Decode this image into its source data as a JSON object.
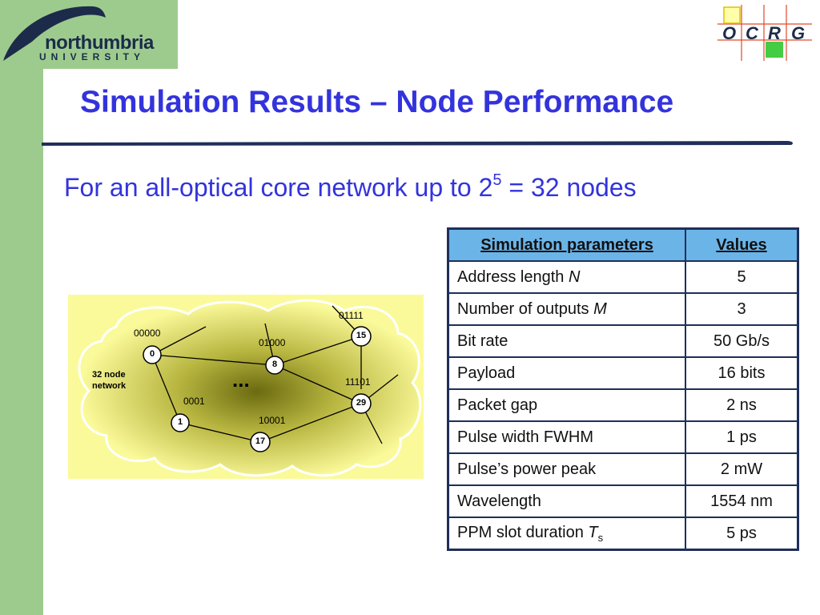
{
  "branding": {
    "university_name": "northumbria",
    "university_sub": "UNIVERSITY",
    "group_letters": [
      "O",
      "C",
      "R",
      "G"
    ]
  },
  "slide": {
    "title": "Simulation Results – Node Performance",
    "subtitle_prefix": "For an all-optical core network up to 2",
    "subtitle_exponent": "5",
    "subtitle_suffix": " = 32 nodes"
  },
  "diagram": {
    "cloud_label_line1": "32 node",
    "cloud_label_line2": "network",
    "ellipsis": "...",
    "nodes": [
      {
        "id": "0",
        "address": "00000"
      },
      {
        "id": "8",
        "address": "01000"
      },
      {
        "id": "15",
        "address": "01111"
      },
      {
        "id": "29",
        "address": "11101"
      },
      {
        "id": "1",
        "address": "0001"
      },
      {
        "id": "17",
        "address": "10001"
      }
    ]
  },
  "table": {
    "headers": [
      "Simulation parameters",
      "Values"
    ],
    "rows": [
      {
        "name": "Address length ",
        "symbol": "N",
        "sub": "",
        "value": "5"
      },
      {
        "name": "Number of outputs ",
        "symbol": "M",
        "sub": "",
        "value": "3"
      },
      {
        "name": "Bit rate",
        "symbol": "",
        "sub": "",
        "value": "50 Gb/s"
      },
      {
        "name": "Payload",
        "symbol": "",
        "sub": "",
        "value": "16 bits"
      },
      {
        "name": "Packet gap",
        "symbol": "",
        "sub": "",
        "value": "2 ns"
      },
      {
        "name": "Pulse width FWHM",
        "symbol": "",
        "sub": "",
        "value": "1 ps"
      },
      {
        "name": "Pulse’s power peak",
        "symbol": "",
        "sub": "",
        "value": "2 mW"
      },
      {
        "name": "Wavelength",
        "symbol": "",
        "sub": "",
        "value": "1554 nm"
      },
      {
        "name": "PPM slot duration ",
        "symbol": "T",
        "sub": "s",
        "value": "5 ps"
      }
    ]
  },
  "colors": {
    "accent_blue": "#3333dd",
    "side_green": "#9dcb8e",
    "table_header": "#6bb4e8",
    "diagram_bg": "#fbfa9a"
  }
}
